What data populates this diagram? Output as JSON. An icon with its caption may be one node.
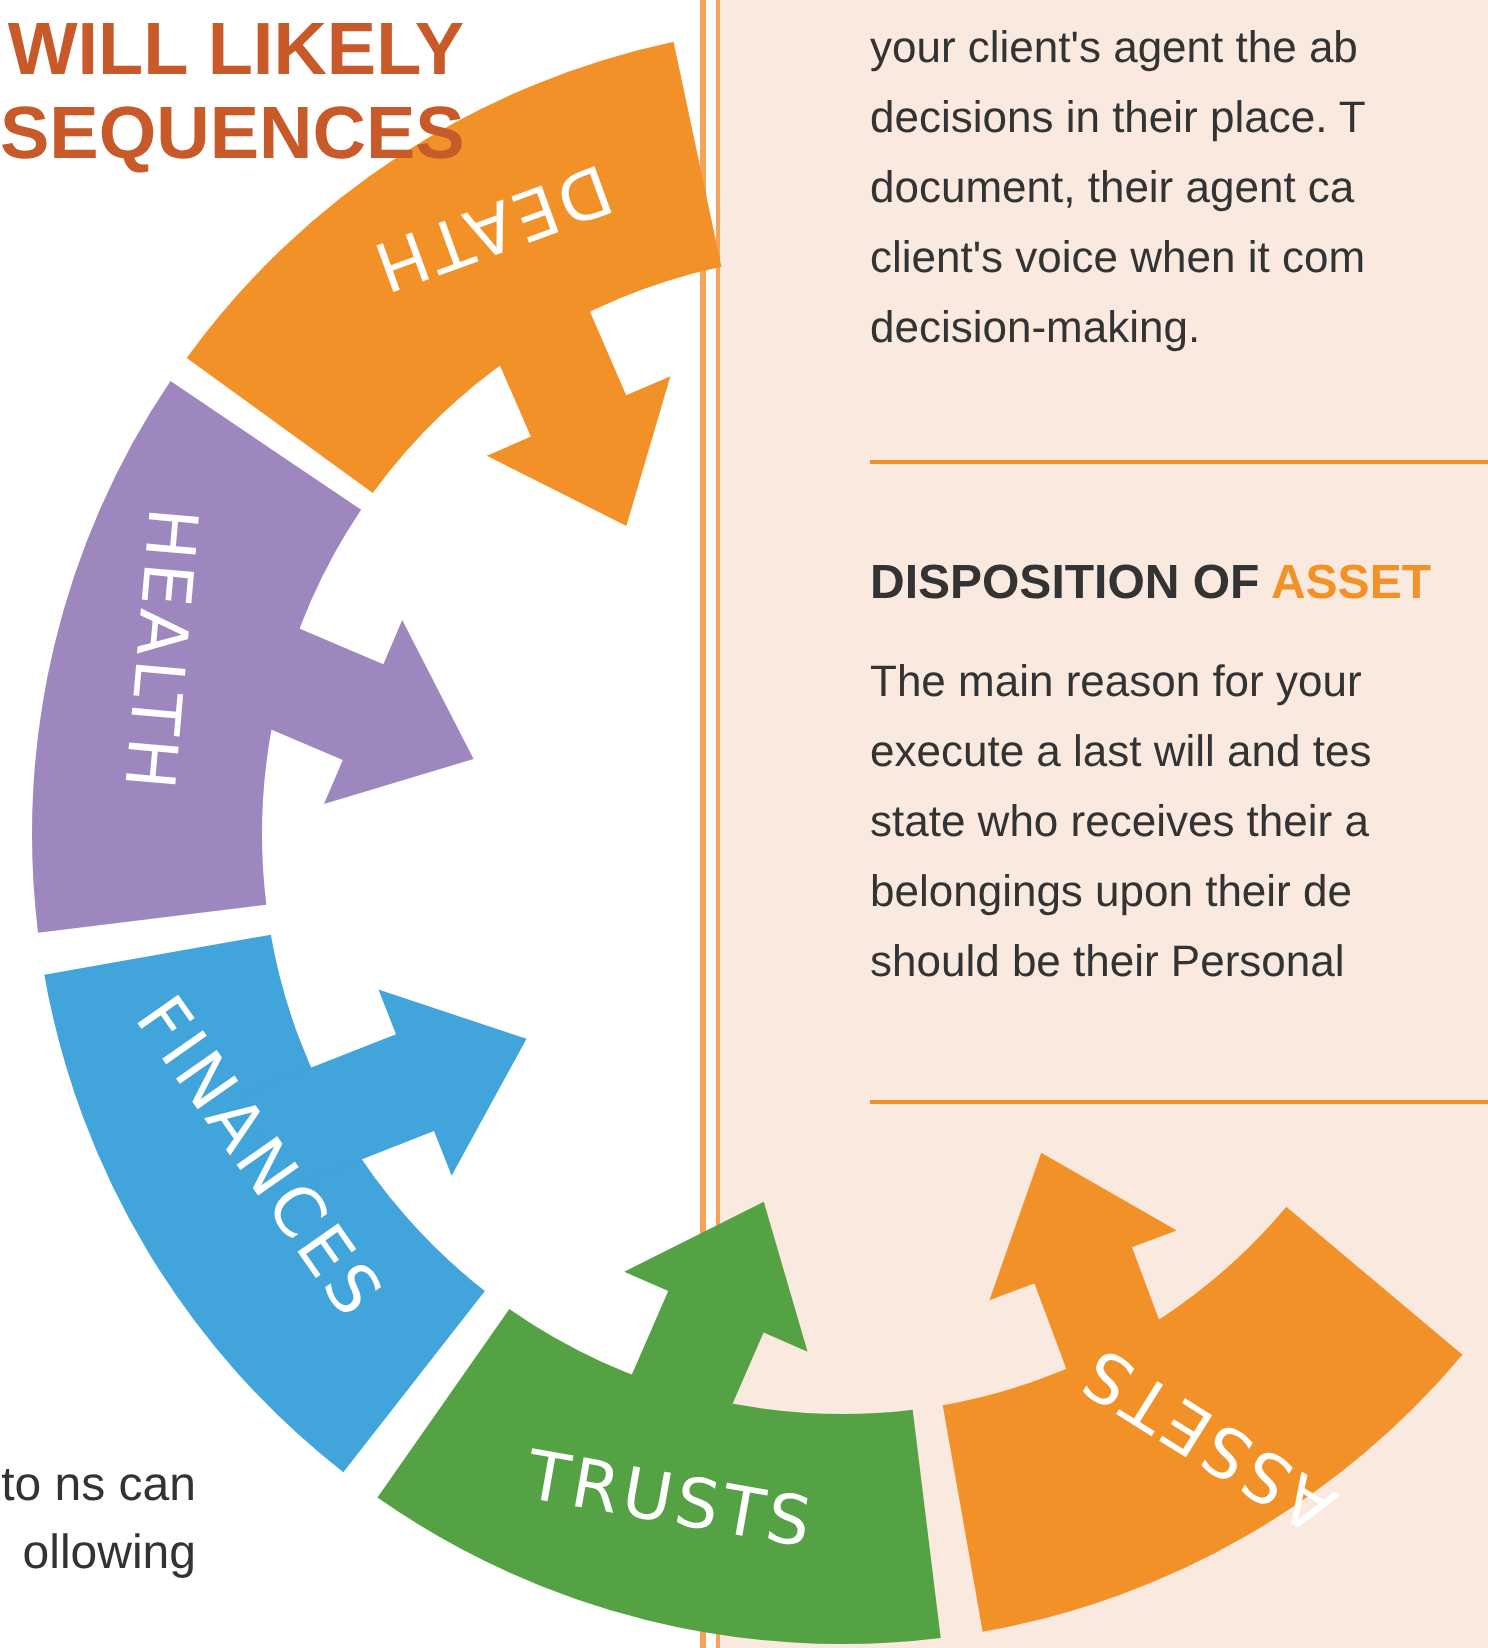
{
  "diagram": {
    "title": "WILL LIKELY SEQUENCES",
    "nodes": [
      {
        "text": [
          "DEATH"
        ]
      },
      {
        "text": [
          "HEALTH"
        ]
      },
      {
        "text": [
          "FINANCES"
        ]
      },
      {
        "text": [
          "TRUSTS"
        ]
      },
      {
        "text": [
          "ASSETS"
        ]
      }
    ],
    "labels": [
      "your client's agent the ab decisions in their place. T document, their agent ca client's voice when it com decision-making.",
      "DISPOSITION OF ASSET",
      "The main reason for your execute a last will and tes state who receives their a belongings upon their de should be their Personal",
      "to ns can ollowing"
    ]
  }
}
